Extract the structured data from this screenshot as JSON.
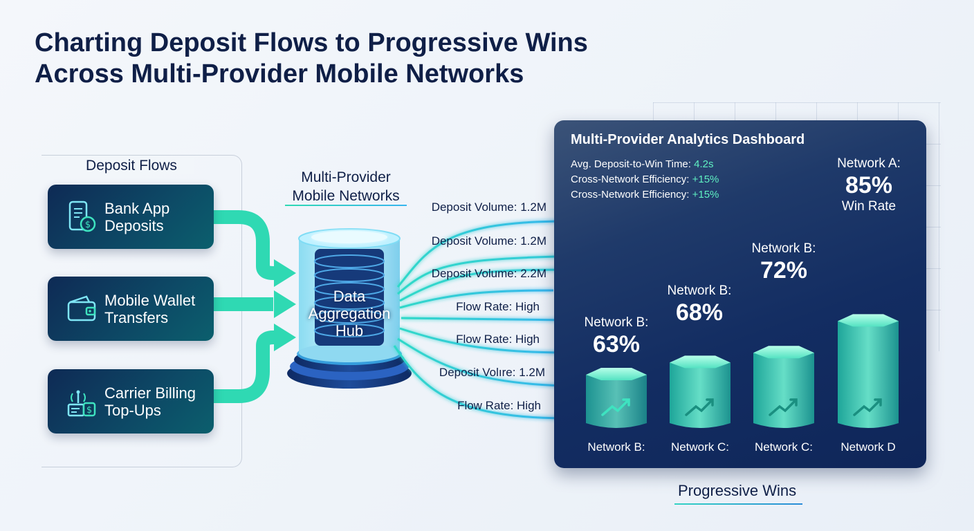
{
  "title": {
    "line1": "Charting Deposit Flows to Progressive Wins",
    "line2": "Across Multi-Provider Mobile Networks"
  },
  "deposit_flows": {
    "heading": "Deposit Flows",
    "items": [
      {
        "line1": "Bank App",
        "line2": "Deposits",
        "icon": "phone-bank-icon"
      },
      {
        "line1": "Mobile Wallet",
        "line2": "Transfers",
        "icon": "wallet-icon"
      },
      {
        "line1": "Carrier Billing",
        "line2": "Top-Ups",
        "icon": "carrier-billing-icon"
      }
    ]
  },
  "hub": {
    "heading_line1": "Multi-Provider",
    "heading_line2": "Mobile Networks",
    "label_line1": "Data",
    "label_line2": "Aggregation",
    "label_line3": "Hub"
  },
  "flow_labels": [
    "Deposit Volume: 1.2M",
    "Deposit Volume: 1.2M",
    "Deposit Volume: 2.2M",
    "Flow Rate: High",
    "Flow Rate: High",
    "Deposit Volıre: 1.2M",
    "Flow Rate: High"
  ],
  "dashboard": {
    "title": "Multi-Provider Analytics Dashboard",
    "stats": [
      {
        "label": "Avg. Deposit-to-Win Time: ",
        "value": "4.2s"
      },
      {
        "label": "Cross-Network Efficiency: ",
        "value": "+15%"
      },
      {
        "label": "Cross-Network Efficiency: ",
        "value": "+15%"
      }
    ]
  },
  "chart_data": {
    "type": "bar",
    "title": "Multi-Provider Analytics Dashboard",
    "categories": [
      "Network B:",
      "Network C:",
      "Network C:",
      "Network D"
    ],
    "bar_titles": [
      "Network B:",
      "Network B:",
      "Network B:",
      "Network A:"
    ],
    "value_labels": [
      "63%",
      "68%",
      "72%",
      "85%"
    ],
    "values": [
      63,
      68,
      72,
      85
    ],
    "extra_label": "Win Rate",
    "ylim": [
      0,
      100
    ]
  },
  "footer": "Progressive Wins",
  "colors": {
    "navy": "#0f1f47",
    "teal": "#2fd9b3",
    "cyan": "#37c6ef",
    "accent_green": "#5ff0c2"
  }
}
